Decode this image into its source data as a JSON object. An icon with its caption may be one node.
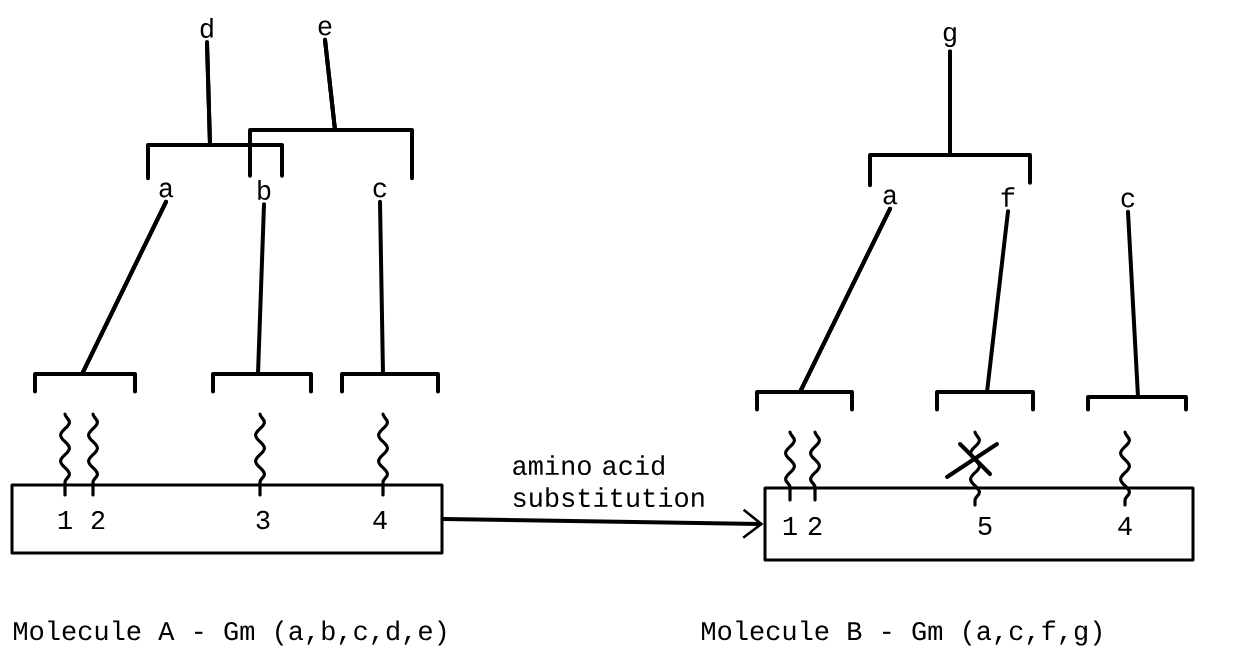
{
  "diagram": {
    "nodes": [
      {
        "text": [
          "d"
        ]
      },
      {
        "text": [
          "e"
        ]
      },
      {
        "text": [
          "g"
        ]
      },
      {
        "text": [
          "a"
        ]
      },
      {
        "text": [
          "b"
        ]
      },
      {
        "text": [
          "c"
        ]
      },
      {
        "text": [
          "a"
        ]
      },
      {
        "text": [
          "f"
        ]
      },
      {
        "text": [
          "c"
        ]
      },
      {
        "text": [],
        "shape": "squiggle"
      },
      {
        "text": [],
        "shape": "squiggle"
      },
      {
        "text": [],
        "shape": "squiggle"
      },
      {
        "text": [],
        "shape": "squiggle"
      },
      {
        "text": [],
        "shape": "squiggle"
      },
      {
        "text": [],
        "shape": "squiggle"
      },
      {
        "text": [],
        "shape": "crossed-squiggle"
      },
      {
        "text": [],
        "shape": "squiggle"
      },
      {
        "text": [
          "1",
          "2",
          "3",
          "4"
        ],
        "beside": [
          "Molecule A - Gm (a,b,c,d,e)"
        ]
      },
      {
        "text": [
          "1",
          "2",
          "5",
          "4"
        ],
        "beside": [
          "Molecule B - Gm (a,c,f,g)"
        ]
      }
    ],
    "edges": [
      {
        "from": 0,
        "to": 3,
        "arrow": "none"
      },
      {
        "from": 0,
        "to": 4,
        "arrow": "none"
      },
      {
        "from": 1,
        "to": 4,
        "arrow": "none"
      },
      {
        "from": 1,
        "to": 5,
        "arrow": "none"
      },
      {
        "from": 2,
        "to": 6,
        "arrow": "none"
      },
      {
        "from": 2,
        "to": 7,
        "arrow": "none"
      },
      {
        "from": 3,
        "to": 9,
        "arrow": "none"
      },
      {
        "from": 3,
        "to": 10,
        "arrow": "none"
      },
      {
        "from": 4,
        "to": 11,
        "arrow": "none"
      },
      {
        "from": 5,
        "to": 12,
        "arrow": "none"
      },
      {
        "from": 6,
        "to": 13,
        "arrow": "none"
      },
      {
        "from": 6,
        "to": 14,
        "arrow": "none"
      },
      {
        "from": 7,
        "to": 15,
        "arrow": "none"
      },
      {
        "from": 8,
        "to": 16,
        "arrow": "none"
      },
      {
        "from": 17,
        "to": 18,
        "arrow": "to",
        "label": "amino acid substitution"
      }
    ]
  }
}
